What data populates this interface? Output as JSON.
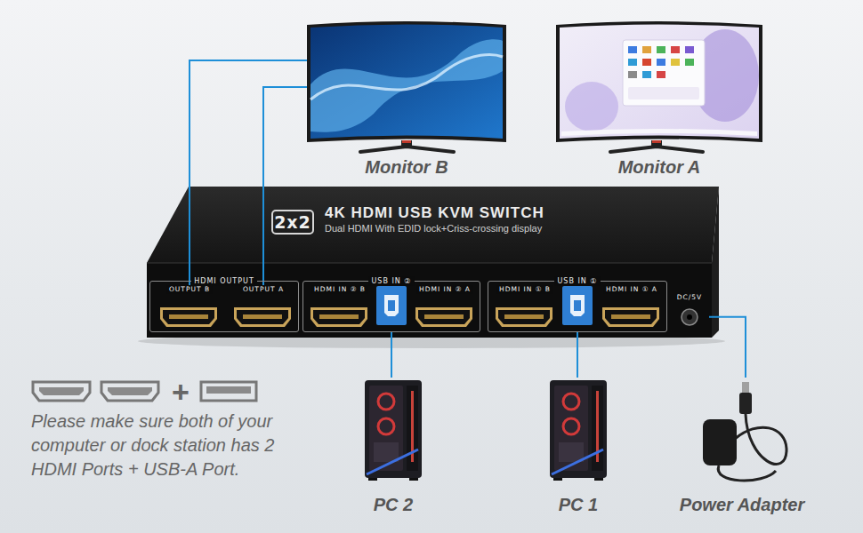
{
  "diagram": {
    "nodes": [
      {
        "text": [
          "Monitor B"
        ]
      },
      {
        "text": [
          "Monitor A"
        ]
      },
      {
        "text": [
          "4K HDMI USB KVM SWITCH",
          "Dual HDMI With EDID lock+Criss-crossing display"
        ]
      },
      {
        "text": [
          "2x2"
        ],
        "in": 2
      },
      {
        "text": [
          "HDMI OUTPUT"
        ],
        "in": 2
      },
      {
        "text": [
          "OUTPUT B"
        ],
        "in": 4
      },
      {
        "text": [
          "OUTPUT A"
        ],
        "in": 4
      },
      {
        "text": [
          "USB IN ②"
        ],
        "in": 2
      },
      {
        "text": [
          "HDMI IN ② B"
        ],
        "in": 7
      },
      {
        "text": [
          "HDMI IN ② A"
        ],
        "in": 7
      },
      {
        "text": [
          "USB IN ①"
        ],
        "in": 2
      },
      {
        "text": [
          "HDMI IN ① B"
        ],
        "in": 10
      },
      {
        "text": [
          "HDMI IN ① A"
        ],
        "in": 10
      },
      {
        "text": [
          "DC/5V"
        ],
        "in": 2
      },
      {
        "text": [
          "PC 2"
        ]
      },
      {
        "text": [
          "PC 1"
        ]
      },
      {
        "text": [
          "Power Adapter"
        ]
      }
    ],
    "edges": [
      {
        "from": 5,
        "to": 0,
        "arrow": "none"
      },
      {
        "from": 6,
        "to": 0,
        "arrow": "none"
      },
      {
        "from": 7,
        "to": 14,
        "arrow": "none"
      },
      {
        "from": 10,
        "to": 15,
        "arrow": "none"
      },
      {
        "from": 13,
        "to": 16,
        "arrow": "none"
      }
    ],
    "labels": [
      "+",
      "Please make sure both of your computer or dock station has 2 HDMI Ports + USB-A Port."
    ]
  }
}
